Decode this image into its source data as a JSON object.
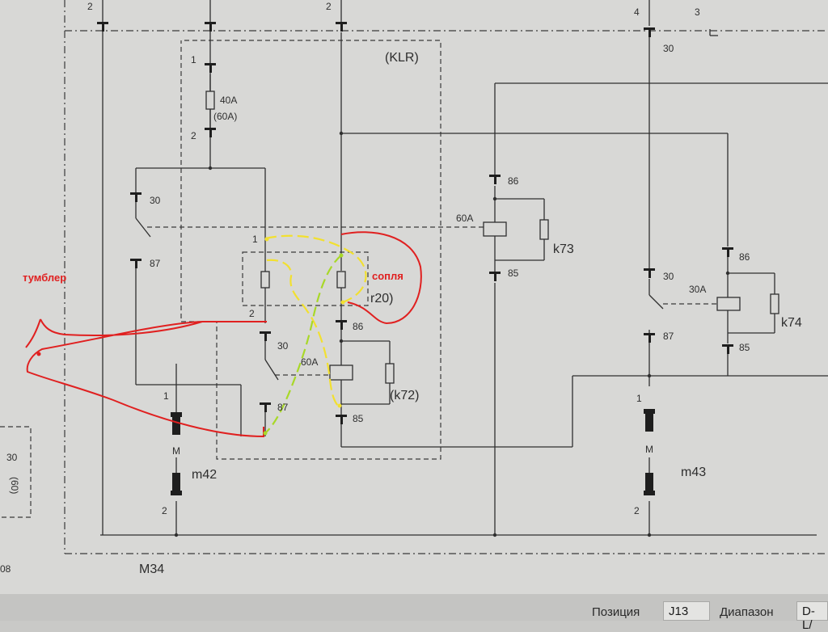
{
  "diagram": {
    "connector_numbers": {
      "top_left": "2",
      "top_mid": "2",
      "top_right_a": "4",
      "top_right_b": "3",
      "fuse_in": "1",
      "fuse_out": "2",
      "k73_30": "30",
      "m42_87": "87",
      "r20_in": "1",
      "r20_out": "2",
      "k72_30": "30",
      "k72_87": "87",
      "m42_pin1": "1",
      "m42_pin2": "2",
      "k72_86": "86",
      "k72_85": "85",
      "k73_86": "86",
      "k73_85": "85",
      "k74_30": "30",
      "k74_87": "87",
      "k74_86": "86",
      "k74_85": "85",
      "m43_pin1": "1",
      "m43_pin2": "2",
      "top_30": "30",
      "left_30": "30",
      "left_60": "(60)",
      "left_08": "08"
    },
    "fuse_label": "40A",
    "fuse_alt_label": "(60A)",
    "klr_label": "(KLR)",
    "k73_current": "60A",
    "k73_label": "k73",
    "k72_current": "60A",
    "k72_label": "(k72)",
    "k74_current": "30A",
    "k74_label": "k74",
    "r20_label": "r20)",
    "m42_motor": "M",
    "m42_label": "m42",
    "m43_motor": "M",
    "m43_label": "m43",
    "m34_label": "M34"
  },
  "annotations": {
    "toggle_label": "тумблер",
    "nozzle_label": "сопля",
    "colors": {
      "red": "#e02020",
      "yellow": "#f2e030",
      "green": "#a8d828"
    }
  },
  "status_bar": {
    "position_label": "Позиция",
    "position_value": "J13",
    "range_label": "Диапазон",
    "range_value": "D-L/"
  }
}
